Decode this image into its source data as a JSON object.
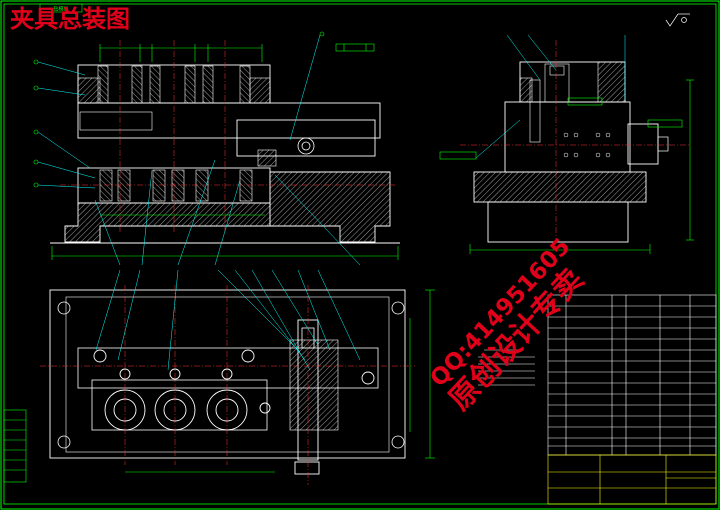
{
  "title": "夹具总装图",
  "watermark": {
    "qq": "QQ:414951605",
    "tagline": "原创设计专卖"
  },
  "frame_label": "钻模板",
  "colors": {
    "background": "#000000",
    "outline": "#ffffff",
    "border": "#00ff00",
    "dimension": "#00ff00",
    "centerline": "#ff3333",
    "leader": "#00ffff",
    "hatch": "#dddddd",
    "watermark": "#e0001a",
    "title_block_yellow": "#ffff00"
  },
  "icons": [
    "balloon-callout",
    "surface-finish-symbol",
    "tolerance-frame"
  ]
}
